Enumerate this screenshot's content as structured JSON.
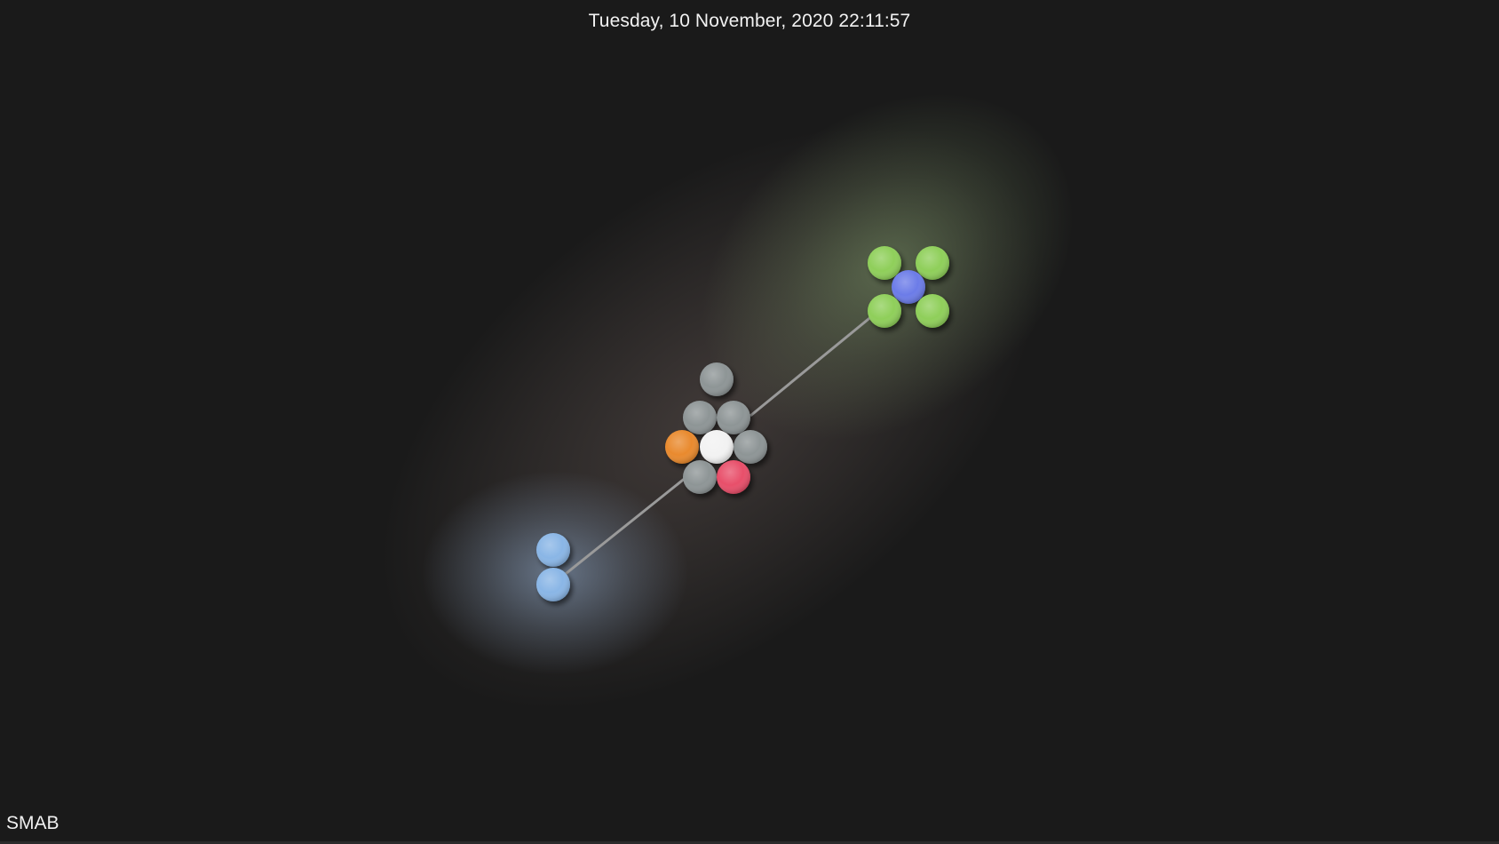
{
  "header": {
    "datetime": "Tuesday, 10 November, 2020 22:11:57"
  },
  "footer": {
    "label": "SMAB"
  },
  "graph": {
    "link_color": "#9a9a9a",
    "glows": [
      {
        "name": "green-glow",
        "color": "#7f9a6a"
      },
      {
        "name": "blue-glow",
        "color": "#8fa8c8"
      },
      {
        "name": "center-glow",
        "color": "#5a4f4c"
      }
    ],
    "clusters": [
      {
        "name": "green-cluster",
        "nodes": [
          {
            "name": "green-node",
            "color": "#8fcf5a"
          },
          {
            "name": "green-node",
            "color": "#8fcf5a"
          },
          {
            "name": "purple-node",
            "color": "#6c7be8"
          },
          {
            "name": "green-node",
            "color": "#8fcf5a"
          },
          {
            "name": "green-node",
            "color": "#8fcf5a"
          }
        ]
      },
      {
        "name": "center-cluster",
        "nodes": [
          {
            "name": "gray-node",
            "color": "#8e9596"
          },
          {
            "name": "gray-node",
            "color": "#8e9596"
          },
          {
            "name": "gray-node",
            "color": "#8e9596"
          },
          {
            "name": "orange-node",
            "color": "#e98a2f"
          },
          {
            "name": "white-node",
            "color": "#f2f2f2"
          },
          {
            "name": "gray-node",
            "color": "#8e9596"
          },
          {
            "name": "gray-node",
            "color": "#8e9596"
          },
          {
            "name": "red-node",
            "color": "#e8506a"
          }
        ]
      },
      {
        "name": "blue-cluster",
        "nodes": [
          {
            "name": "blue-node",
            "color": "#8ab6e6"
          },
          {
            "name": "blue-node",
            "color": "#8ab6e6"
          }
        ]
      }
    ]
  }
}
